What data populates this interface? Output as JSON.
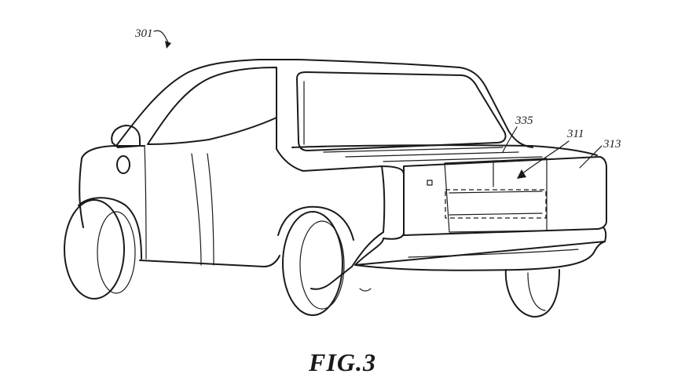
{
  "figure": {
    "caption": "FIG.3",
    "reference_numerals": {
      "vehicle": "301",
      "cover": "335",
      "arrow_target": "311",
      "tailgate": "313"
    }
  },
  "colors": {
    "ink": "#1a1a1a",
    "background": "#ffffff"
  }
}
